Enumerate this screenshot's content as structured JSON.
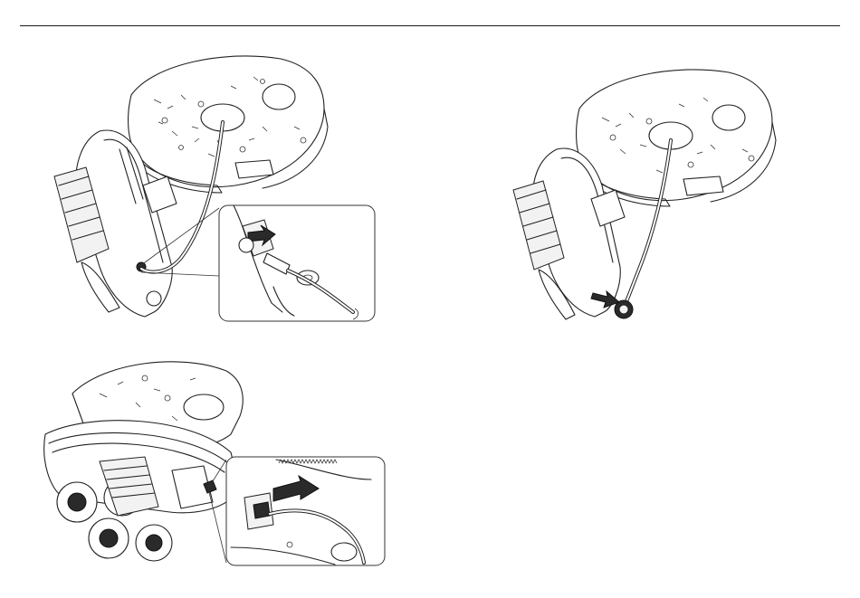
{
  "page": {
    "figures": [
      {
        "illustration": "camera-mount-route-cable-through-grommet",
        "inset": "grommet-insert-detail"
      },
      {
        "illustration": "camera-mount-seat-grommet"
      },
      {
        "illustration": "camera-body-connect-cable",
        "inset": "connector-plug-detail"
      }
    ]
  }
}
